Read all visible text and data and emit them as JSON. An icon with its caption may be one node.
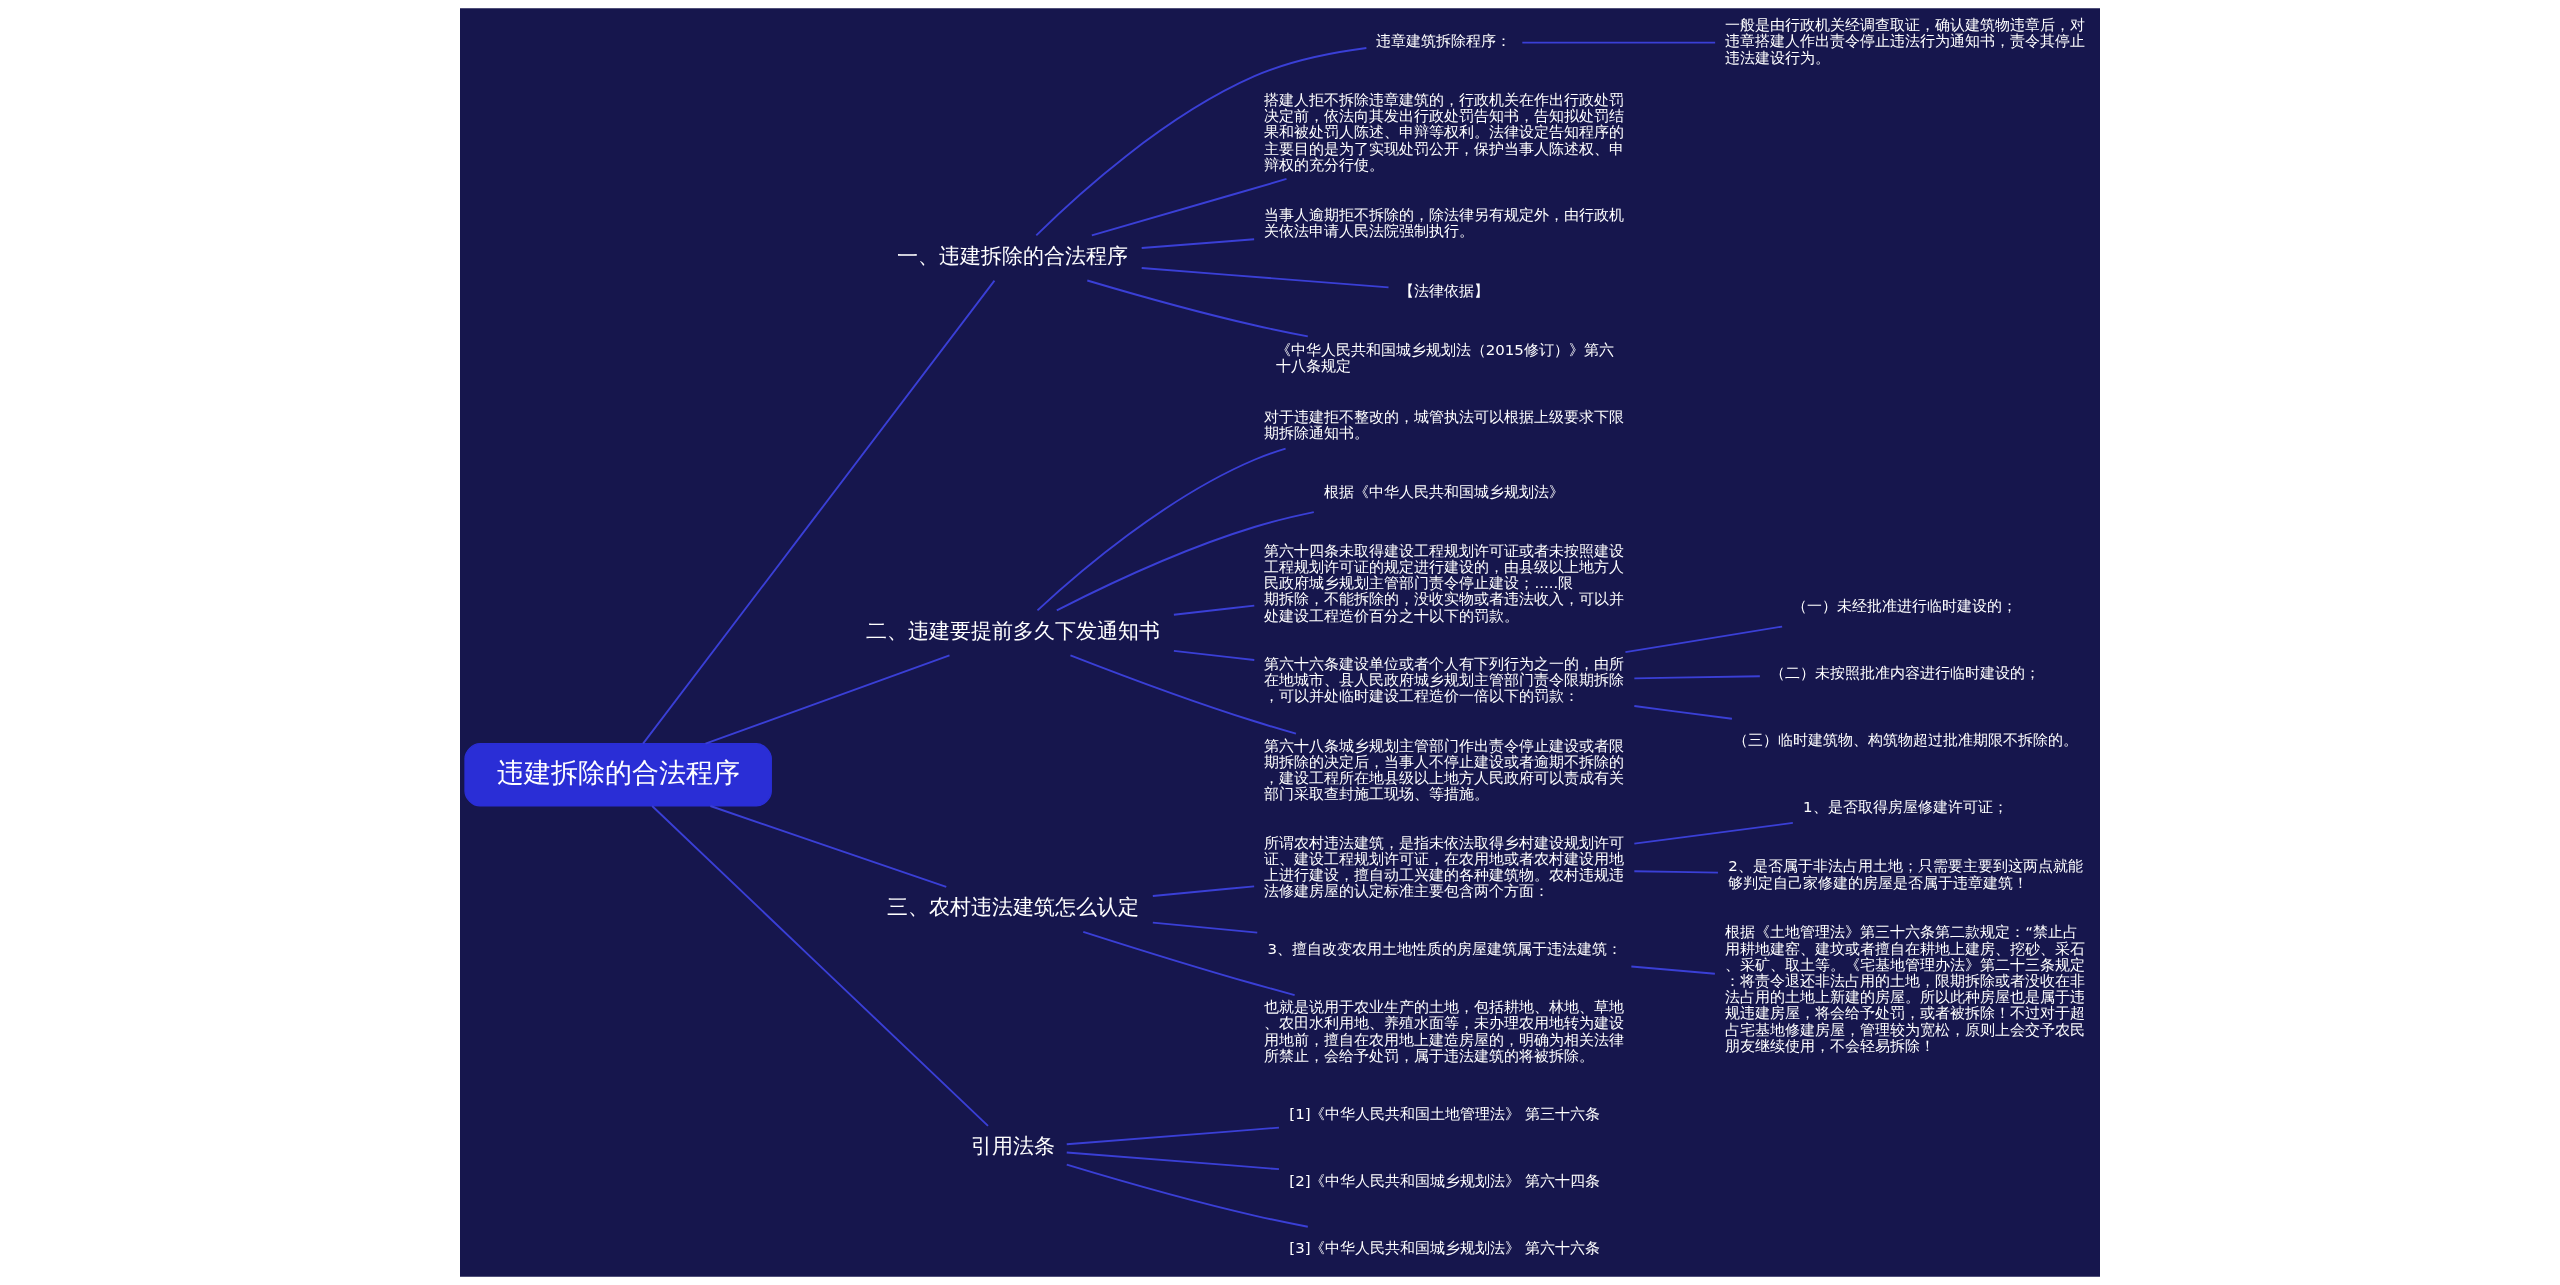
{
  "diagram": {
    "nodes": [
      {
        "text": [
          "违建拆除的合法程序"
        ]
      },
      {
        "text": [
          "一、违建拆除的合法程序"
        ]
      },
      {
        "text": [
          "违章建筑拆除程序："
        ]
      },
      {
        "text": [
          "一般是由行政机关经调查取证，确认建筑物违章后，对违章搭建人作出责令停止违法行为通知书，责令其停止违法建设行为。"
        ]
      },
      {
        "text": [
          "搭建人拒不拆除违章建筑的，行政机关在作出行政处罚决定前，依法向其发出行政处罚告知书，告知拟处罚结果和被处罚人陈述、申辩等权利。法律设定告知程序的主要目的是为了实现处罚公开，保护当事人陈述权、申辩权的充分行使。"
        ]
      },
      {
        "text": [
          "当事人逾期拒不拆除的，除法律另有规定外，由行政机关依法申请人民法院强制执行。"
        ]
      },
      {
        "text": [
          "【法律依据】"
        ]
      },
      {
        "text": [
          "《中华人民共和国城乡规划法（2015修订）》第六十八条规定"
        ]
      },
      {
        "text": [
          "二、违建要提前多久下发通知书"
        ]
      },
      {
        "text": [
          "对于违建拒不整改的，城管执法可以根据上级要求下限期拆除通知书。"
        ]
      },
      {
        "text": [
          "根据《中华人民共和国城乡规划法》"
        ]
      },
      {
        "text": [
          "第六十四条未取得建设工程规划许可证或者未按照建设工程规划许可证的规定进行建设的，由县级以上地方人民政府城乡规划主管部门责令停止建设；.....限期拆除，不能拆除的，没收实物或者违法收入，可以并处建设工程造价百分之十以下的罚款。"
        ]
      },
      {
        "text": [
          "第六十六条建设单位或者个人有下列行为之一的，由所在地城市、县人民政府城乡规划主管部门责令限期拆除，可以并处临时建设工程造价一倍以下的罚款："
        ]
      },
      {
        "text": [
          "（一）未经批准进行临时建设的；"
        ]
      },
      {
        "text": [
          "（二）未按照批准内容进行临时建设的；"
        ]
      },
      {
        "text": [
          "（三）临时建筑物、构筑物超过批准期限不拆除的。"
        ]
      },
      {
        "text": [
          "第六十八条城乡规划主管部门作出责令停止建设或者限期拆除的决定后，当事人不停止建设或者逾期不拆除的，建设工程所在地县级以上地方人民政府可以责成有关部门采取查封施工现场、等措施。"
        ]
      },
      {
        "text": [
          "三、农村违法建筑怎么认定"
        ]
      },
      {
        "text": [
          "所谓农村违法建筑，是指未依法取得乡村建设规划许可证、建设工程规划许可证，在农用地或者农村建设用地上进行建设，擅自动工兴建的各种建筑物。农村违规违法修建房屋的认定标准主要包含两个方面："
        ]
      },
      {
        "text": [
          "1、是否取得房屋修建许可证；"
        ]
      },
      {
        "text": [
          "2、是否属于非法占用土地；只需要主要到这两点就能够判定自己家修建的房屋是否属于违章建筑！"
        ]
      },
      {
        "text": [
          "3、擅自改变农用土地性质的房屋建筑属于违法建筑："
        ]
      },
      {
        "text": [
          "根据《土地管理法》第三十六条第二款规定：“禁止占用耕地建窑、建坟或者擅自在耕地上建房、挖砂、采石、采矿、取土等。《宅基地管理办法》第二十三条规定：将责令退还非法占用的土地，限期拆除或者没收在非法占用的土地上新建的房屋。所以此种房屋也是属于违规违建房屋，将会给予处罚，或者被拆除！不过对于超占宅基地修建房屋，管理较为宽松，原则上会交予农民朋友继续使用，不会轻易拆除！"
        ]
      },
      {
        "text": [
          "也就是说用于农业生产的土地，包括耕地、林地、草地、农田水利用地、养殖水面等，未办理农用地转为建设用地前，擅自在农用地上建造房屋的，明确为相关法律所禁止，会给予处罚，属于违法建筑的将被拆除。"
        ]
      },
      {
        "text": [
          "引用法条"
        ]
      },
      {
        "text": [
          "[1]《中华人民共和国土地管理法》 第三十六条"
        ]
      },
      {
        "text": [
          "[2]《中华人民共和国城乡规划法》 第六十四条"
        ]
      },
      {
        "text": [
          "[3]《中华人民共和国城乡规划法》 第六十六条"
        ]
      }
    ],
    "edges": [
      {
        "from": 0,
        "to": 1,
        "arrow": "none"
      },
      {
        "from": 1,
        "to": 2,
        "arrow": "none"
      },
      {
        "from": 2,
        "to": 3,
        "arrow": "none"
      },
      {
        "from": 1,
        "to": 4,
        "arrow": "none"
      },
      {
        "from": 1,
        "to": 5,
        "arrow": "none"
      },
      {
        "from": 1,
        "to": 6,
        "arrow": "none"
      },
      {
        "from": 1,
        "to": 7,
        "arrow": "none"
      },
      {
        "from": 0,
        "to": 8,
        "arrow": "none"
      },
      {
        "from": 8,
        "to": 9,
        "arrow": "none"
      },
      {
        "from": 8,
        "to": 10,
        "arrow": "none"
      },
      {
        "from": 8,
        "to": 11,
        "arrow": "none"
      },
      {
        "from": 8,
        "to": 12,
        "arrow": "none"
      },
      {
        "from": 12,
        "to": 13,
        "arrow": "none"
      },
      {
        "from": 12,
        "to": 14,
        "arrow": "none"
      },
      {
        "from": 12,
        "to": 15,
        "arrow": "none"
      },
      {
        "from": 8,
        "to": 16,
        "arrow": "none"
      },
      {
        "from": 0,
        "to": 17,
        "arrow": "none"
      },
      {
        "from": 17,
        "to": 18,
        "arrow": "none"
      },
      {
        "from": 18,
        "to": 19,
        "arrow": "none"
      },
      {
        "from": 18,
        "to": 20,
        "arrow": "none"
      },
      {
        "from": 17,
        "to": 21,
        "arrow": "none"
      },
      {
        "from": 21,
        "to": 22,
        "arrow": "none"
      },
      {
        "from": 17,
        "to": 23,
        "arrow": "none"
      },
      {
        "from": 0,
        "to": 24,
        "arrow": "none"
      },
      {
        "from": 24,
        "to": 25,
        "arrow": "none"
      },
      {
        "from": 24,
        "to": 26,
        "arrow": "none"
      },
      {
        "from": 24,
        "to": 27,
        "arrow": "none"
      }
    ]
  }
}
